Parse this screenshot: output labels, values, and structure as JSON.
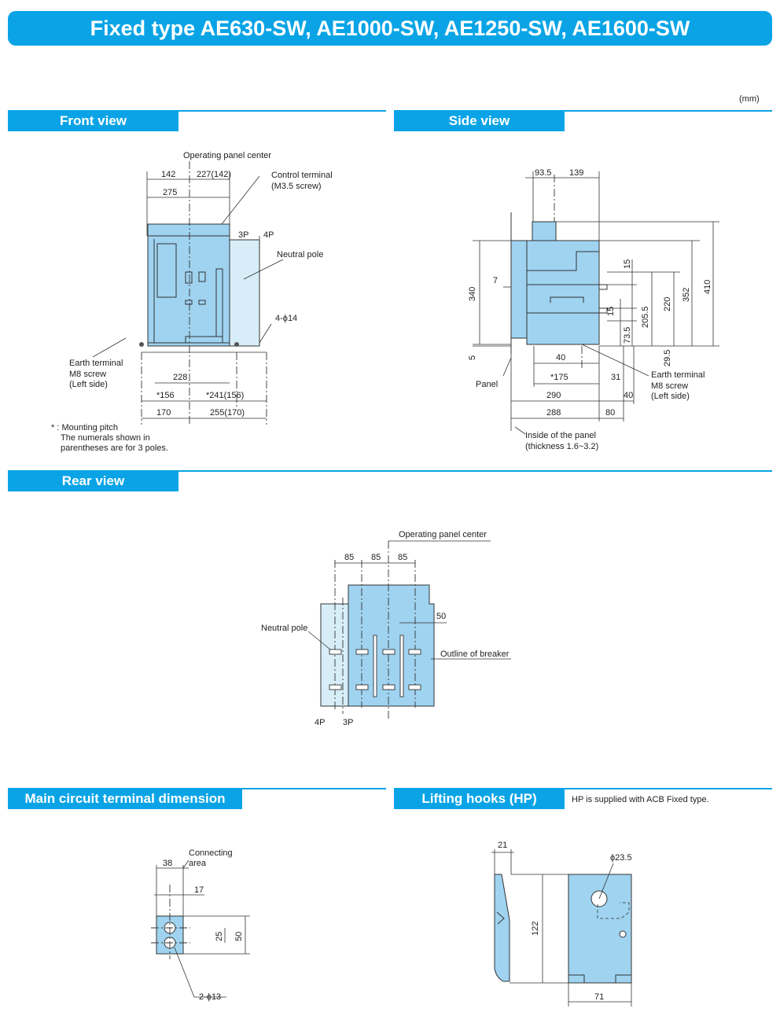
{
  "title": "Fixed type AE630-SW, AE1000-SW, AE1250-SW, AE1600-SW",
  "unit": "(mm)",
  "colors": {
    "accent": "#0aa4e6",
    "body": "#9fd3f0",
    "neutral": "#d7eef9"
  },
  "sections": {
    "front": "Front view",
    "side": "Side view",
    "rear": "Rear view",
    "terminal": "Main circuit terminal dimension",
    "hooks": "Lifting hooks (HP)"
  },
  "hp_note": "HP is supplied with ACB Fixed type.",
  "front_view": {
    "labels": {
      "operating_panel_center": "Operating panel center",
      "control_terminal_1": "Control terminal",
      "control_terminal_2": "(M3.5 screw)",
      "p3": "3P",
      "p4": "4P",
      "neutral_pole": "Neutral pole",
      "mounting_holes": "4-ϕ14",
      "earth_1": "Earth terminal",
      "earth_2": "M8 screw",
      "earth_3": "(Left side)"
    },
    "dims": {
      "d142": "142",
      "d227": "227(142)",
      "d275": "275",
      "d228": "228",
      "d156": "*156",
      "d241": "*241(156)",
      "d170": "170",
      "d255": "255(170)"
    },
    "notes": {
      "n1": "* : Mounting pitch",
      "n2": "The numerals shown in",
      "n3": "parentheses are for 3 poles."
    }
  },
  "side_view": {
    "labels": {
      "panel": "Panel",
      "earth_1": "Earth terminal",
      "earth_2": "M8 screw",
      "earth_3": "(Left side)",
      "inside_1": "Inside of the panel",
      "inside_2": "(thickness 1.6~3.2)"
    },
    "dims": {
      "d93_5": "93.5",
      "d139": "139",
      "d340": "340",
      "d7": "7",
      "d5": "5",
      "d15a": "15",
      "d15b": "15",
      "d73_5": "73.5",
      "d205_5": "205.5",
      "d220": "220",
      "d352": "352",
      "d410": "410",
      "d29_5": "29.5",
      "d40a": "40",
      "d175": "*175",
      "d31": "31",
      "d290": "290",
      "d40b": "40",
      "d288": "288",
      "d80": "80"
    }
  },
  "rear_view": {
    "labels": {
      "operating_panel_center": "Operating panel center",
      "neutral_pole": "Neutral pole",
      "outline": "Outline of breaker",
      "p4": "4P",
      "p3": "3P"
    },
    "dims": {
      "d85a": "85",
      "d85b": "85",
      "d85c": "85",
      "d50": "50"
    }
  },
  "terminal_dim": {
    "labels": {
      "area_1": "Connecting",
      "area_2": "area",
      "holes": "2-ϕ13"
    },
    "dims": {
      "d38": "38",
      "d17": "17",
      "d25": "25",
      "d50": "50"
    }
  },
  "lifting_hooks": {
    "dims": {
      "d21": "21",
      "d23_5": "ϕ23.5",
      "d122": "122",
      "d71": "71"
    }
  }
}
